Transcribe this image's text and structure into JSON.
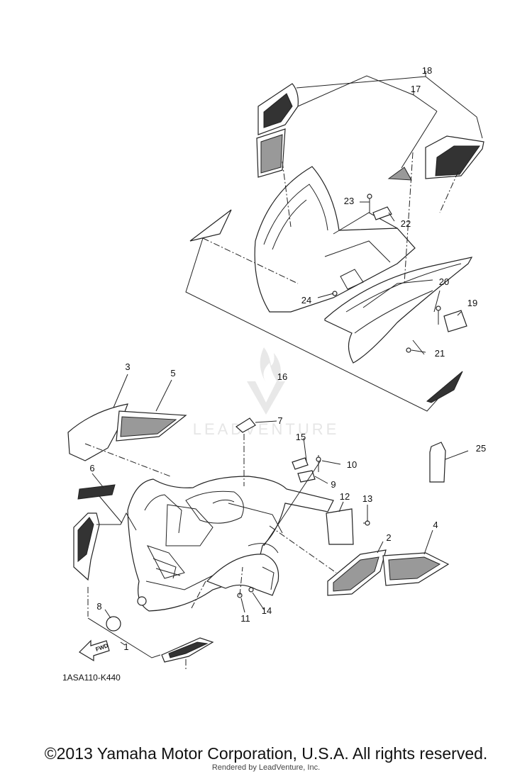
{
  "diagram": {
    "ref_code": "1ASA110-K440",
    "fwd_label": "FWD",
    "watermark": "LEADVENTURE",
    "callouts": [
      "1",
      "2",
      "3",
      "4",
      "5",
      "6",
      "7",
      "8",
      "9",
      "10",
      "11",
      "12",
      "13",
      "14",
      "15",
      "16",
      "17",
      "18",
      "19",
      "20",
      "21",
      "22",
      "23",
      "24",
      "25"
    ]
  },
  "footer": {
    "copyright": "©2013 Yamaha Motor Corporation, U.S.A. All rights reserved.",
    "rendered_by": "Rendered by LeadVenture, Inc."
  }
}
